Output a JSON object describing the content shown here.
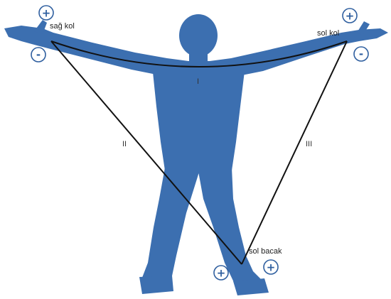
{
  "colors": {
    "figure": "#3c6fb0",
    "triangle": "#111111",
    "electrode": "#2f5f9f",
    "background": "#ffffff"
  },
  "labels": {
    "right_arm": "sağ kol",
    "left_arm": "sol kol",
    "left_leg": "sol bacak"
  },
  "leads": {
    "I": "I",
    "II": "II",
    "III": "III"
  },
  "signs": {
    "right_arm_plus": "+",
    "right_arm_minus": "-",
    "left_arm_plus": "+",
    "left_arm_minus": "-",
    "left_leg_plus_left": "+",
    "left_leg_plus_right": "+"
  }
}
